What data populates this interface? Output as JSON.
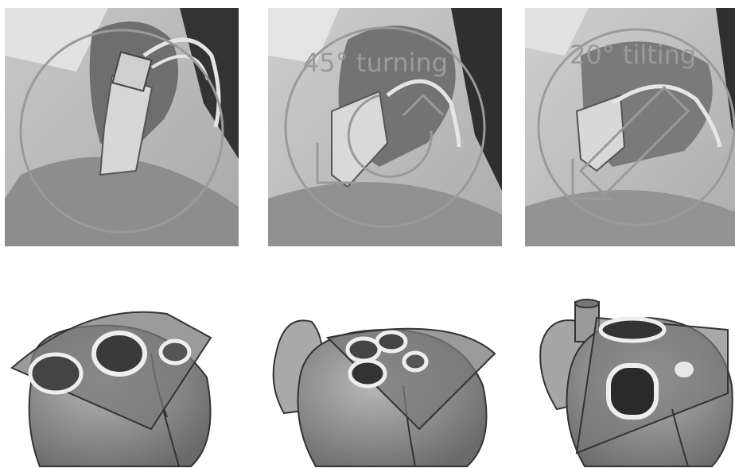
{
  "panels": [
    {
      "label": ""
    },
    {
      "label": "45° turning"
    },
    {
      "label": "20° tilting"
    }
  ],
  "colors": {
    "overlay": "#9a9a9a",
    "heart_fill": "#8a8a8a",
    "plane_fill": "#7a7a7a",
    "outline": "#333333",
    "background": "#ffffff"
  },
  "icons": [
    "ultrasound-probe-photo",
    "heart-section-illustration",
    "rotation-arrow-icon",
    "tilt-arrow-icon"
  ]
}
